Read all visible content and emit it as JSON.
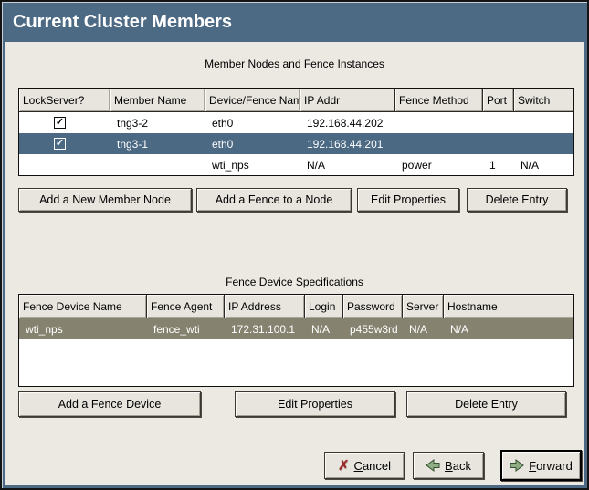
{
  "window": {
    "title": "Current Cluster Members"
  },
  "colors": {
    "titlebar_bg": "#4d6a85",
    "selection_active_bg": "#4b6983",
    "selection_inactive_bg": "#85826f",
    "content_bg": "#ece9e2"
  },
  "member_section": {
    "caption": "Member Nodes and Fence Instances",
    "columns": [
      "LockServer?",
      "Member Name",
      "Device/Fence Name",
      "IP Addr",
      "Fence Method",
      "Port",
      "Switch"
    ],
    "rows": [
      {
        "lockserver": true,
        "member_name": "tng3-2",
        "device_fence_name": "eth0",
        "ip_addr": "192.168.44.202",
        "fence_method": "",
        "port": "",
        "switch": "",
        "selected": false
      },
      {
        "lockserver": true,
        "member_name": "tng3-1",
        "device_fence_name": "eth0",
        "ip_addr": "192.168.44.201",
        "fence_method": "",
        "port": "",
        "switch": "",
        "selected": true
      },
      {
        "lockserver": false,
        "member_name": "",
        "device_fence_name": "wti_nps",
        "ip_addr": "N/A",
        "fence_method": "power",
        "port": "1",
        "switch": "N/A",
        "selected": false
      }
    ],
    "buttons": {
      "add_member_node": "Add a New Member Node",
      "add_fence_to_node": "Add a Fence to a Node",
      "edit_properties": "Edit Properties",
      "delete_entry": "Delete Entry"
    }
  },
  "fence_section": {
    "caption": "Fence Device Specifications",
    "columns": [
      "Fence Device Name",
      "Fence Agent",
      "IP Address",
      "Login",
      "Password",
      "Server",
      "Hostname"
    ],
    "rows": [
      {
        "fence_device_name": "wti_nps",
        "fence_agent": "fence_wti",
        "ip_address": "172.31.100.1",
        "login": "N/A",
        "password": "p455w3rd",
        "server": "N/A",
        "hostname": "N/A",
        "selected": true
      }
    ],
    "buttons": {
      "add_fence_device": "Add a Fence Device",
      "edit_properties": "Edit Properties",
      "delete_entry": "Delete Entry"
    }
  },
  "footer": {
    "cancel": {
      "mnemonic": "C",
      "rest": "ancel"
    },
    "back": {
      "mnemonic": "B",
      "rest": "ack"
    },
    "forward": {
      "mnemonic": "F",
      "rest": "orward"
    }
  }
}
